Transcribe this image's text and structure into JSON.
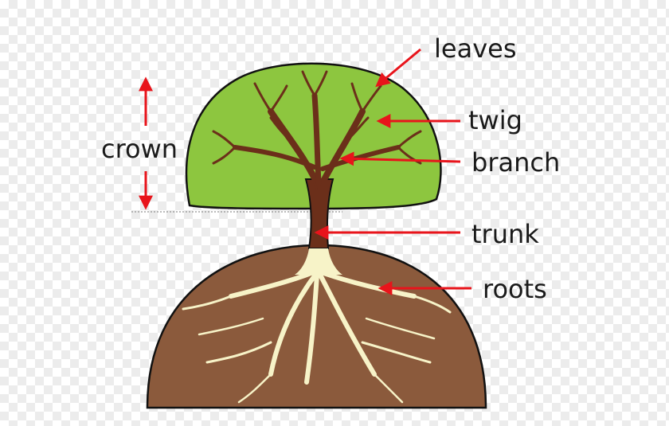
{
  "labels": {
    "leaves": "leaves",
    "twig": "twig",
    "branch": "branch",
    "crown": "crown",
    "trunk": "trunk",
    "roots": "roots"
  },
  "colors": {
    "canopy": "#8dc63f",
    "soil": "#8b5a3c",
    "trunk": "#6b2f1a",
    "roots": "#f7f3c8",
    "arrow": "#e8141b",
    "outline": "#111111"
  }
}
